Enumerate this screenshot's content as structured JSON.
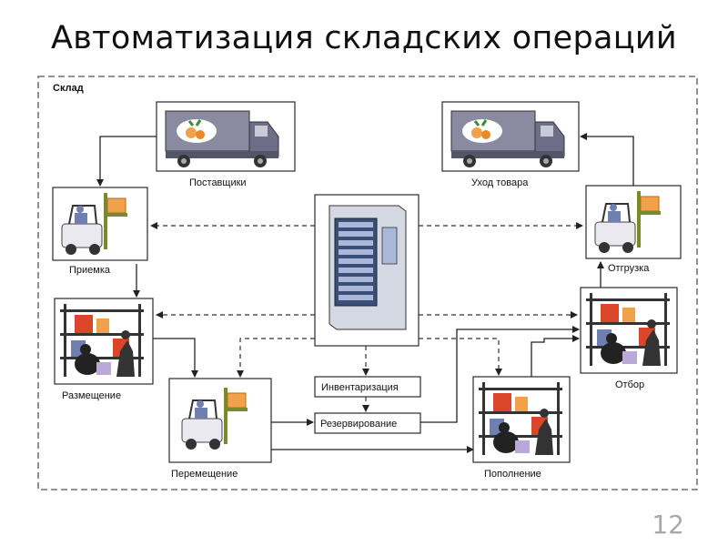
{
  "slide": {
    "title": "Автоматизация складских операций",
    "page_number": "12"
  },
  "diagram": {
    "frame_label": "Склад",
    "nodes": {
      "suppliers": "Поставщики",
      "departure": "Уход товара",
      "receiving": "Приемка",
      "shipping": "Отгрузка",
      "placement": "Размещение",
      "picking": "Отбор",
      "relocation": "Перемещение",
      "replenishment": "Пополнение",
      "inventory": "Инвентаризация",
      "reservation": "Резервирование"
    },
    "icons": {
      "truck": "truck-icon",
      "forklift": "forklift-icon",
      "shelving": "warehouse-shelf-icon",
      "server": "server-icon"
    },
    "colors": {
      "frame": "#555555",
      "arrow": "#222222",
      "truck_body": "#7a7a8e",
      "shelf_red": "#d9462a",
      "box_orange": "#f0a14a",
      "forklift_blue": "#6e7fb0"
    }
  }
}
